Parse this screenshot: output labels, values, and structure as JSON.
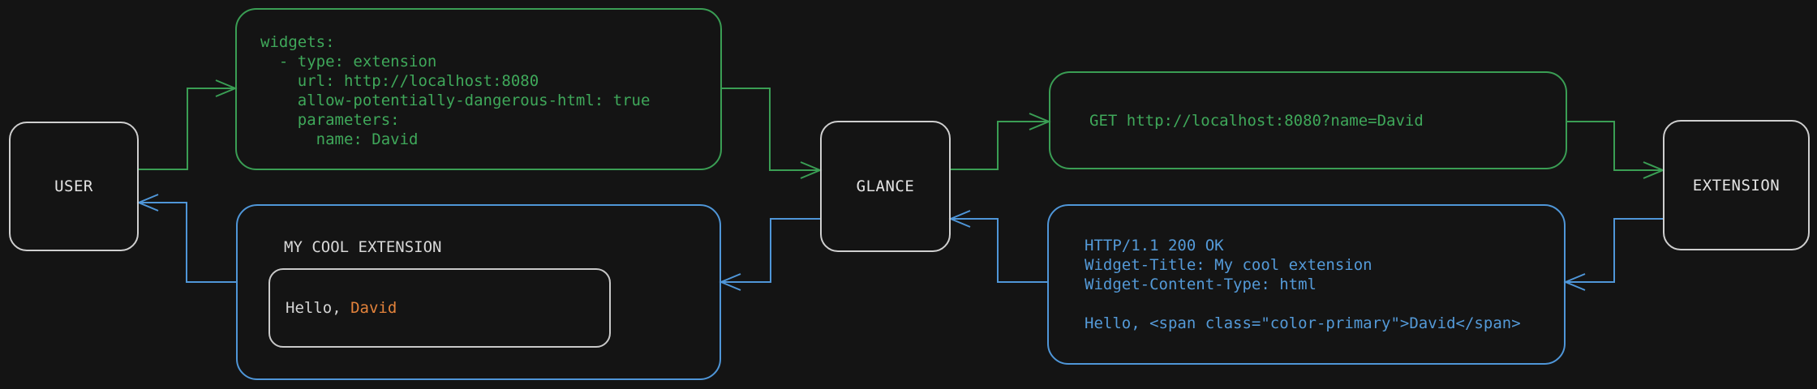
{
  "diagram": {
    "description": "Flow diagram of a Glance extension request cycle",
    "colors": {
      "background": "#141414",
      "green_accent": "#3fa85a",
      "blue_accent": "#4f96d8",
      "orange_accent": "#e2823b",
      "node_border": "#cfcfcf",
      "light_text": "#e4e4e4"
    },
    "nodes": {
      "user": {
        "label": "USER"
      },
      "glance": {
        "label": "GLANCE"
      },
      "extension": {
        "label": "EXTENSION"
      }
    },
    "config_box": {
      "code": "widgets:\n  - type: extension\n    url: http://localhost:8080\n    allow-potentially-dangerous-html: true\n    parameters:\n      name: David"
    },
    "request_box": {
      "code": "GET http://localhost:8080?name=David"
    },
    "response_box": {
      "code": "HTTP/1.1 200 OK\nWidget-Title: My cool extension\nWidget-Content-Type: html\n\nHello, <span class=\"color-primary\">David</span>"
    },
    "widget_box": {
      "title": "MY COOL EXTENSION",
      "greeting_prefix": "Hello, ",
      "greeting_name": "David"
    }
  }
}
